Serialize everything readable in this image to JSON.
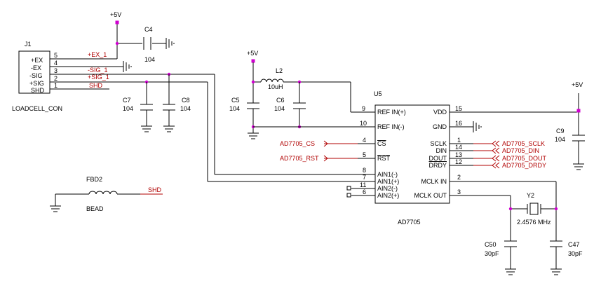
{
  "power": {
    "v5": "+5V"
  },
  "connector": {
    "ref": "J1",
    "name": "LOADCELL_CON",
    "pins": [
      {
        "label": "+EX",
        "num": "5",
        "net": "+EX_1"
      },
      {
        "label": "-EX",
        "num": "4",
        "net": ""
      },
      {
        "label": "-SIG",
        "num": "3",
        "net": "-SIG_1"
      },
      {
        "label": "+SIG",
        "num": "2",
        "net": "+SIG_1"
      },
      {
        "label": "SHD",
        "num": "1",
        "net": "SHD"
      }
    ]
  },
  "parts": {
    "c4": {
      "ref": "C4",
      "val": "104"
    },
    "c7": {
      "ref": "C7",
      "val": "104"
    },
    "c8": {
      "ref": "C8",
      "val": "104"
    },
    "c5": {
      "ref": "C5",
      "val": "104"
    },
    "c6": {
      "ref": "C6",
      "val": "104"
    },
    "c9": {
      "ref": "C9",
      "val": "104"
    },
    "l2": {
      "ref": "L2",
      "val": "10uH"
    },
    "fbd2": {
      "ref": "FBD2",
      "val": "BEAD",
      "net": "SHD"
    },
    "y2": {
      "ref": "Y2",
      "val": "2.4576 MHz"
    },
    "c50": {
      "ref": "C50",
      "val": "30pF"
    },
    "c47": {
      "ref": "C47",
      "val": "30pF"
    }
  },
  "ic": {
    "ref": "U5",
    "name": "AD7705",
    "left_pins": [
      {
        "name": "REF IN(+)",
        "num": "9"
      },
      {
        "name": "REF IN(-)",
        "num": "10"
      },
      {
        "name": "CS",
        "num": "4"
      },
      {
        "name": "RST",
        "num": "5"
      },
      {
        "name": "AIN1(-)",
        "num": "8"
      },
      {
        "name": "AIN1(+)",
        "num": "7"
      },
      {
        "name": "AIN2(-)",
        "num": "11"
      },
      {
        "name": "AIN2(+)",
        "num": "6"
      }
    ],
    "right_pins": [
      {
        "name": "VDD",
        "num": "15"
      },
      {
        "name": "GND",
        "num": "16"
      },
      {
        "name": "SCLK",
        "num": "1"
      },
      {
        "name": "DIN",
        "num": "14"
      },
      {
        "name": "DOUT",
        "num": "13"
      },
      {
        "name": "DRDY",
        "num": "12"
      },
      {
        "name": "MCLK IN",
        "num": "2"
      },
      {
        "name": "MCLK OUT",
        "num": "3"
      }
    ]
  },
  "nets": {
    "cs": "AD7705_CS",
    "rst": "AD7705_RST",
    "sclk": "AD7705_SCLK",
    "din": "AD7705_DIN",
    "dout": "AD7705_DOUT",
    "drdy": "AD7705_DRDY"
  },
  "colors": {
    "wire": "#000000",
    "net": "#b00000",
    "junction": "#d000d0"
  }
}
